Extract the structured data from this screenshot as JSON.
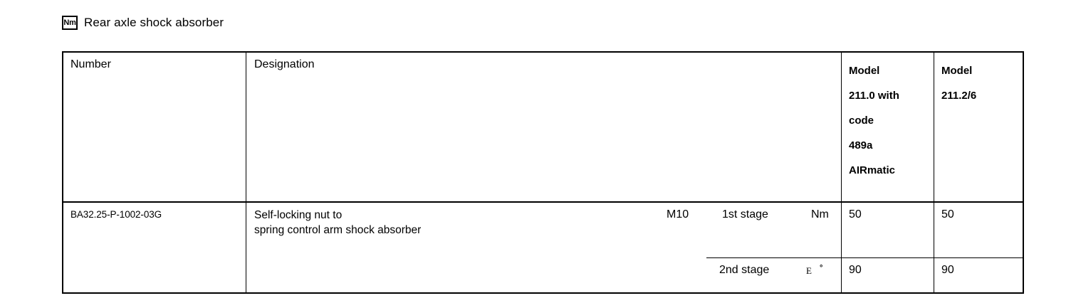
{
  "title": {
    "badge": "Nm",
    "badge_icon": "torque-unit-icon",
    "text": "Rear axle shock absorber"
  },
  "table": {
    "headers": {
      "number": "Number",
      "designation": "Designation",
      "model_a": "Model\n211.0 with\ncode\n489a\nAIRmatic",
      "model_b": "Model\n211.2/6"
    },
    "row": {
      "number": "BA32.25-P-1002-03G",
      "designation": "Self-locking nut to\nspring control arm shock absorber",
      "thread": "M10",
      "stage1": {
        "label": "1st stage",
        "unit": "Nm",
        "model_a_value": "50",
        "model_b_value": "50"
      },
      "stage2": {
        "label": "2nd stage",
        "unit_symbol": "E",
        "unit_degree": "°",
        "model_a_value": "90",
        "model_b_value": "90"
      }
    }
  },
  "colors": {
    "ink": "#000000",
    "paper": "#ffffff"
  }
}
